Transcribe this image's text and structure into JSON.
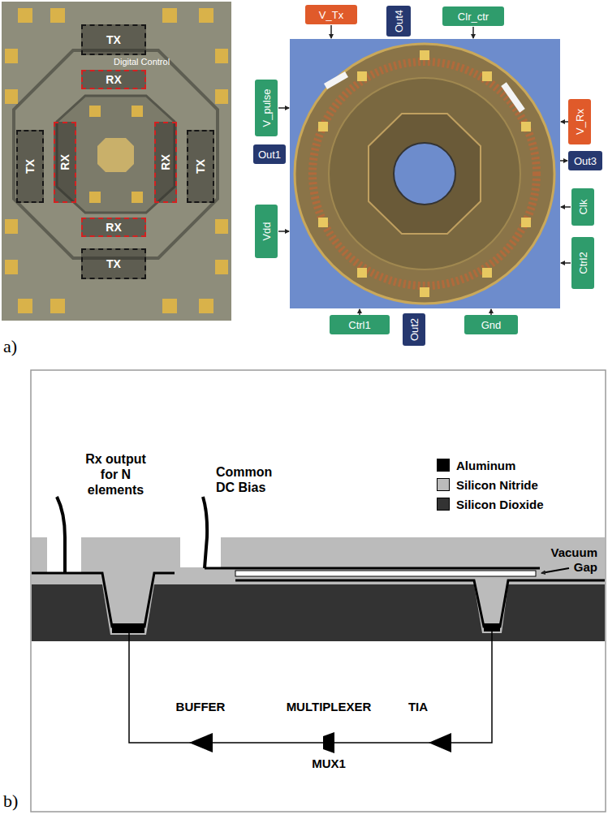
{
  "diagram": {
    "nodes": [
      {
        "text": [
          "TX"
        ]
      },
      {
        "text": [
          "RX"
        ]
      },
      {
        "text": [
          "TX"
        ]
      },
      {
        "text": [
          "RX"
        ]
      },
      {
        "text": [
          "RX"
        ]
      },
      {
        "text": [
          "TX"
        ]
      },
      {
        "text": [
          "RX"
        ]
      },
      {
        "text": [
          "TX"
        ]
      },
      {
        "text": [
          "V_Tx"
        ]
      },
      {
        "text": [
          "Out4"
        ]
      },
      {
        "text": [
          "Clr_ctr"
        ]
      },
      {
        "text": [
          "V_Rx"
        ]
      },
      {
        "text": [
          "Out3"
        ]
      },
      {
        "text": [
          "Clk"
        ]
      },
      {
        "text": [
          "Ctrl2"
        ]
      },
      {
        "text": [
          "Gnd"
        ]
      },
      {
        "text": [
          "Out2"
        ]
      },
      {
        "text": [
          "Ctrl1"
        ]
      },
      {
        "text": [
          "Vdd"
        ]
      },
      {
        "text": [
          "Out1"
        ]
      },
      {
        "text": [
          "V_pulse"
        ]
      }
    ],
    "labels": [
      "Digital Control",
      "a)",
      "Rx output for N elements",
      "Common DC Bias",
      "Vacuum Gap",
      "BUFFER",
      "MULTIPLEXER",
      "TIA",
      "MUX1",
      "b)"
    ],
    "legend": [
      {
        "text": "Aluminum",
        "color": "#000000"
      },
      {
        "text": "Silicon Nitride",
        "color": "#bbbbbb"
      },
      {
        "text": "Silicon Dioxide",
        "color": "#333333"
      }
    ]
  }
}
